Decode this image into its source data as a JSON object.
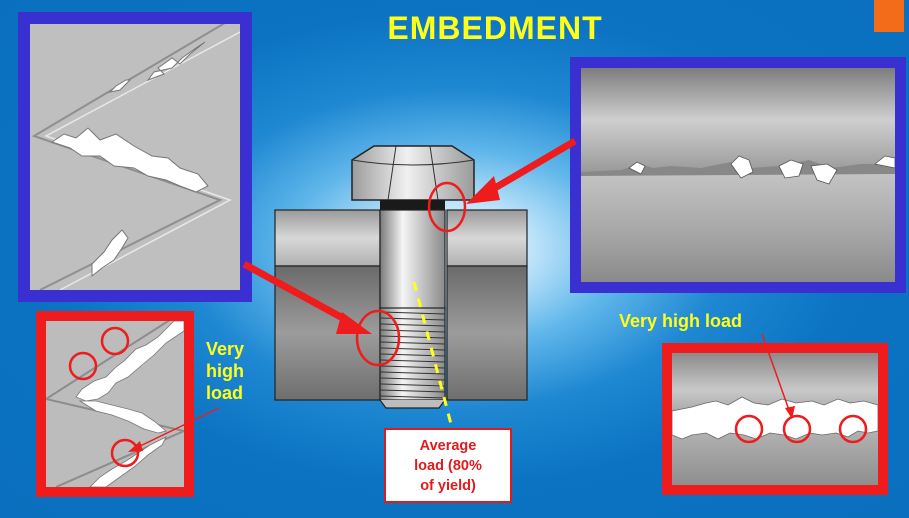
{
  "slide": {
    "title": "EMBEDMENT",
    "colors": {
      "background": "#0b74c4",
      "title": "#ffff1a",
      "highlight": "#ee1c1c",
      "panel_border": "#3a2fd0",
      "corner": "#f36c1a"
    }
  },
  "labels": {
    "left_load": [
      "Very",
      "high",
      "load"
    ],
    "right_load": "Very high load",
    "average_load": [
      "Average",
      "load (80%",
      "of yield)"
    ]
  }
}
